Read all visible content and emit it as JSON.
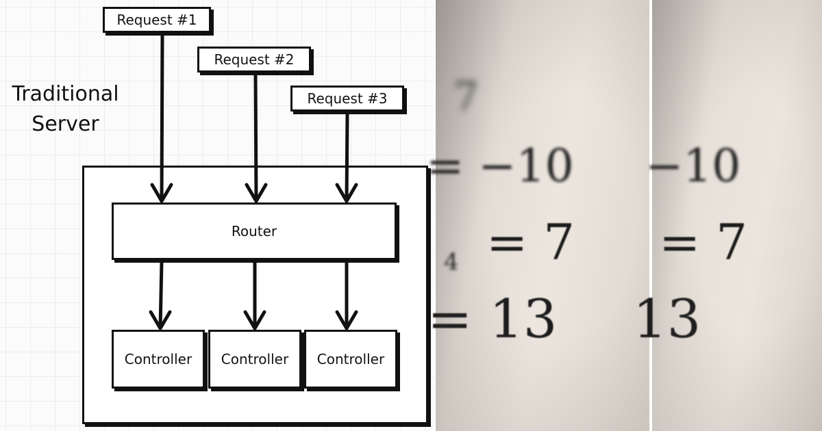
{
  "diagram": {
    "title_line1": "Traditional",
    "title_line2": "Server",
    "requests": [
      "Request #1",
      "Request #2",
      "Request #3"
    ],
    "router_label": "Router",
    "controllers": [
      "Controller",
      "Controller",
      "Controller"
    ]
  },
  "photo": {
    "top_glyph": "7",
    "line_1": "= −10",
    "line_2_sub": "4",
    "line_2": "= 7",
    "line_3": "= 13",
    "crop_line_1": "−10",
    "crop_line_2": "= 7",
    "crop_line_3": "13"
  },
  "colors": {
    "ink": "#111111",
    "paper": "#e6e0d9",
    "grid": "#ececec"
  }
}
